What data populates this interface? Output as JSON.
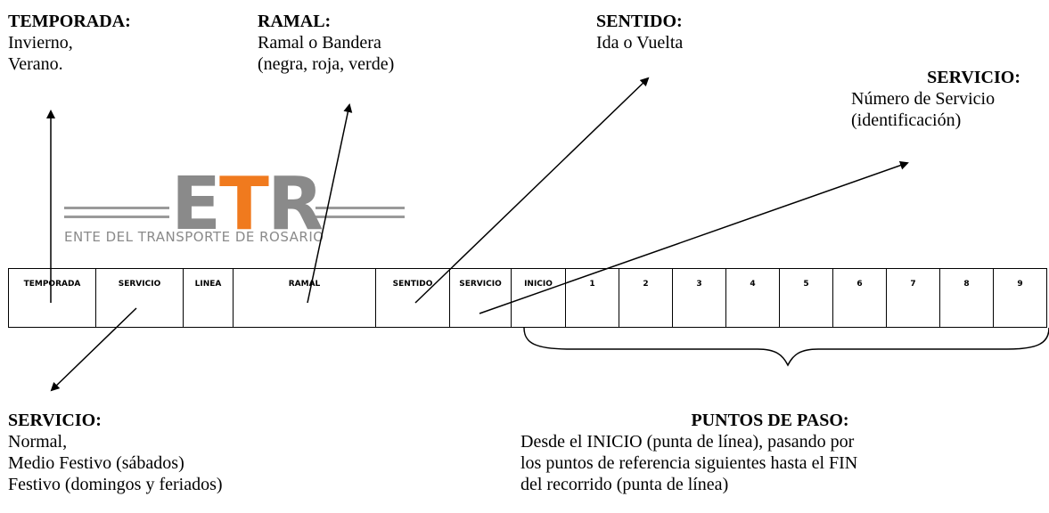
{
  "annotations": {
    "temporada": {
      "heading": "TEMPORADA:",
      "lines": [
        "Invierno,",
        "Verano."
      ]
    },
    "ramal": {
      "heading": "RAMAL:",
      "lines": [
        "Ramal o Bandera",
        "(negra, roja, verde)"
      ]
    },
    "sentido": {
      "heading": "SENTIDO:",
      "lines": [
        "Ida o Vuelta"
      ]
    },
    "servicio_top": {
      "heading": "SERVICIO:",
      "lines": [
        "Número de Servicio",
        "(identificación)"
      ]
    },
    "servicio_bottom": {
      "heading": "SERVICIO:",
      "lines": [
        "Normal,",
        "Medio Festivo (sábados)",
        "Festivo (domingos y feriados)"
      ]
    },
    "puntos": {
      "heading": "PUNTOS DE PASO:",
      "lines": [
        "Desde el INICIO (punta de línea), pasando por",
        "los puntos de referencia siguientes hasta el FIN",
        "del recorrido (punta de línea)"
      ]
    }
  },
  "logo": {
    "letter_1": "E",
    "letter_2": "T",
    "letter_3": "R",
    "tagline": "ENTE DEL TRANSPORTE DE ROSARIO",
    "colors": {
      "gray": "#8a8a8a",
      "orange": "#f07a1e"
    }
  },
  "table": {
    "columns": [
      "TEMPORADA",
      "SERVICIO",
      "LINEA",
      "RAMAL",
      "SENTIDO",
      "SERVICIO",
      "INICIO",
      "1",
      "2",
      "3",
      "4",
      "5",
      "6",
      "7",
      "8",
      "9"
    ]
  }
}
